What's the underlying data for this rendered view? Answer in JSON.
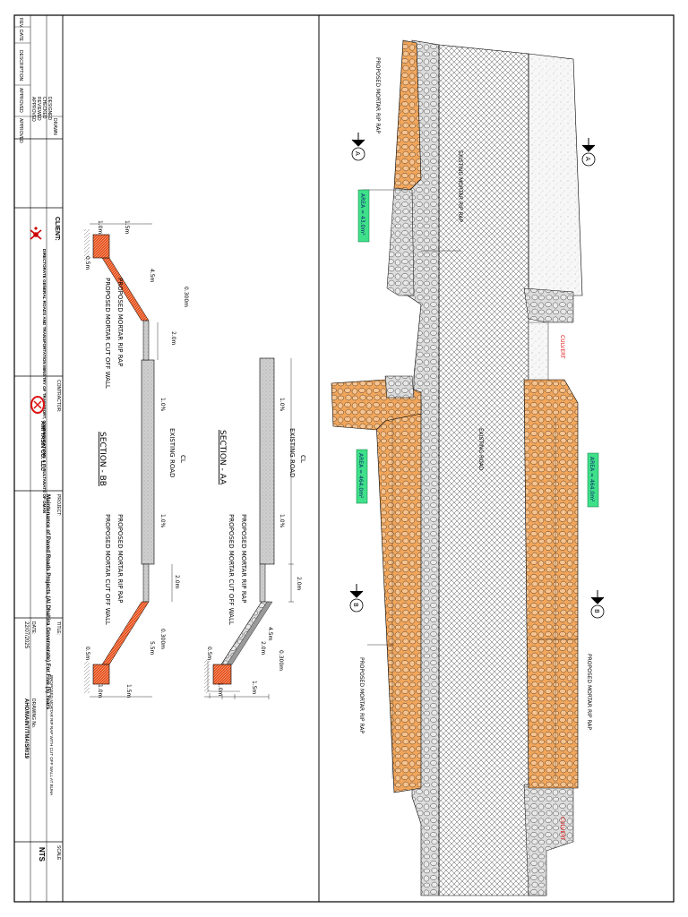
{
  "title_block": {
    "rev_headers": [
      "REV.",
      "DATE",
      "DESCRIPTION",
      "APPROVED"
    ],
    "sign_labels": [
      "DRAWN",
      "DESIGNED",
      "CHECKED",
      "REVIEWED",
      "APPROVED"
    ],
    "client_label": "CLIENT:",
    "client_name": "DIRECTORATE GENERAL ROADS AND TRANSPORTATION MINISTRY OF TRANSPORT, COMMUNICATIONS & IT SULTANATE OF OMAN",
    "contractor_label": "CONTRACTOR:",
    "contractor_name": "AMI YASIN CO. LLC",
    "project_label": "PROJECT:",
    "project_name": "Maintenance of Paved Roads Projects (Al Dhahira Governorate) For Five (5) Years",
    "title_label": "TITLE:",
    "title_value": "PROPOSED MORTAR RIP RAP WITH CUT OFF WALL AT BUHA",
    "date_label": "DATE:",
    "date_value": "22/07/2025",
    "drawing_no_label": "DRAWING No.",
    "drawing_no_value": "AHO/MAINT/TMA/SR/19",
    "scale_label": "SCALE",
    "scale_value": "NTS"
  },
  "sections": {
    "aa": {
      "title": "SECTION - AA",
      "existing_road": "EXISTING ROAD",
      "cl": "CL",
      "rip_rap": "PROPOSED MORTAR RIP RAP",
      "cut_off": "PROPOSED MORTAR CUT OFF WALL",
      "slope_left": "1.0%",
      "slope_right": "1.0%",
      "d_shoulder": "2.0m",
      "d_slope": "2.0m",
      "d_thk": "0.300m",
      "d_diag": "4.5m",
      "d_depth": "0.5m",
      "d_base1": "1.0m",
      "d_base2": "1.5m"
    },
    "bb": {
      "title": "SECTION - BB",
      "existing_road": "EXISTING ROAD",
      "cl": "CL",
      "rip_rap_l": "PROPOSED MORTAR RIP RAP",
      "cut_off_l": "PROPOSED MORTAR CUT OFF WALL",
      "rip_rap_r": "PROPOSED MORTAR RIP RAP",
      "cut_off_r": "PROPOSED MORTAR CUT OFF WALL",
      "slope_left": "1.0%",
      "slope_right": "1.0%",
      "d_shoulder_l": "2.0m",
      "d_shoulder_r": "2.0m",
      "d_thk_l": "0.300m",
      "d_thk_r": "0.300m",
      "d_diag_l": "4.5m",
      "d_diag_r": "5.5m",
      "d_depth_l": "0.5m",
      "d_depth_r": "0.5m",
      "d_top1": "1.0m",
      "d_top2": "1.5m",
      "d_bot1": "1.0m",
      "d_bot2": "1.5m"
    }
  },
  "plan": {
    "existing_road": "EXISTING ROAD",
    "existing_rip_rap": "EXISTING MORTAR RIP RAP",
    "proposed_rip_rap_1": "PROPOSED MORTAR RIP RAP",
    "proposed_rip_rap_2": "PROPOSED MORTAR RIP RAP",
    "proposed_rip_rap_3": "PROPOSED MORTAR RIP RAP",
    "culvert_1": "CULVERT",
    "culvert_2": "CULVERT",
    "area_1": "AREA = 43.0m²",
    "area_2": "AREA = 464.0m²",
    "area_3": "AREA = 464.0m²",
    "marker_a": "A",
    "marker_b": "B"
  },
  "colors": {
    "rip_rap_orange": "#f3a65a",
    "cut_off_orange": "#e8531e",
    "area_label_bg": "#3fe08a",
    "culvert_red": "#e01010"
  }
}
